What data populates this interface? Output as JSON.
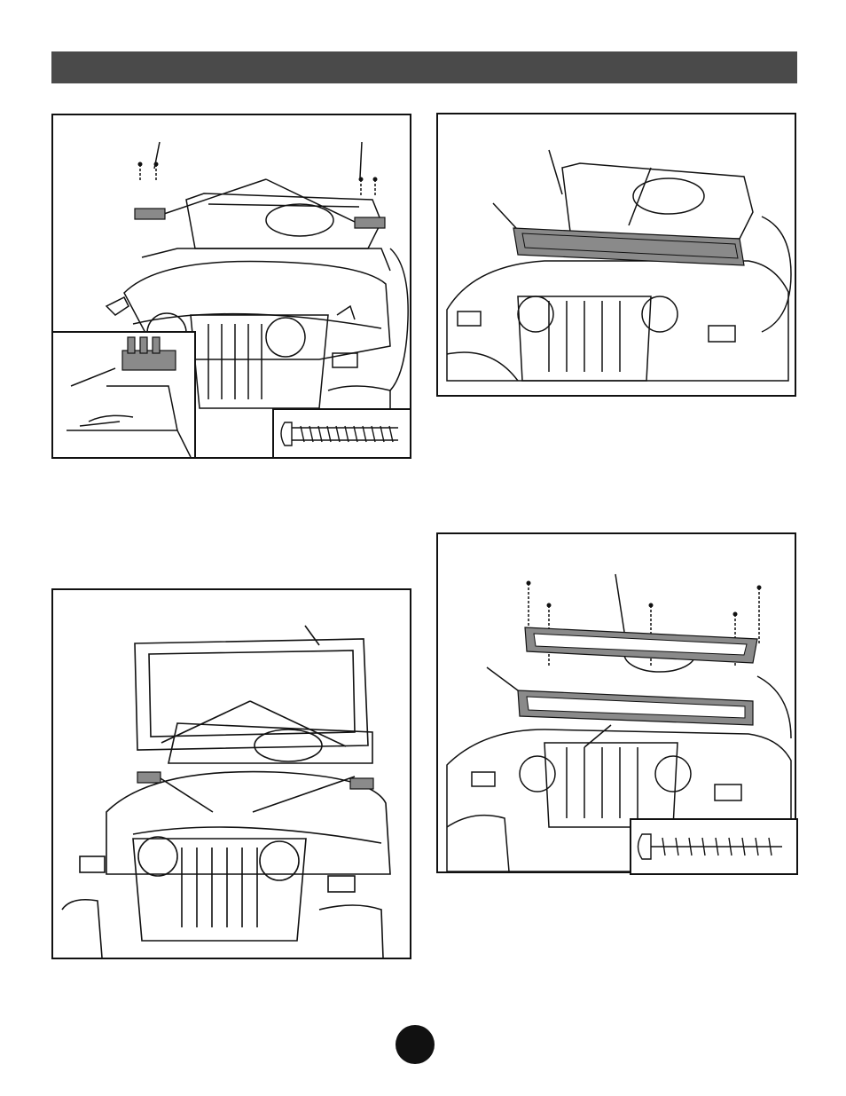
{
  "page": {
    "page_number": "",
    "header_title": ""
  },
  "figures": [
    {
      "id": "fig-1",
      "description_icons": [
        "screw-icon",
        "bracket-icon",
        "jeep-front-icon"
      ],
      "inset": "screw-closeup"
    },
    {
      "id": "fig-2",
      "description_icons": [
        "windshield-frame-icon",
        "jeep-front-icon"
      ]
    },
    {
      "id": "fig-3",
      "description_icons": [
        "windshield-frame-icon",
        "jeep-front-icon"
      ]
    },
    {
      "id": "fig-4",
      "description_icons": [
        "screw-icon",
        "windshield-frame-icon",
        "jeep-front-icon"
      ],
      "inset": "screw-closeup"
    }
  ],
  "colors": {
    "header": "#4a4a4a",
    "line": "#111111",
    "part_fill": "#8a8a8a"
  }
}
